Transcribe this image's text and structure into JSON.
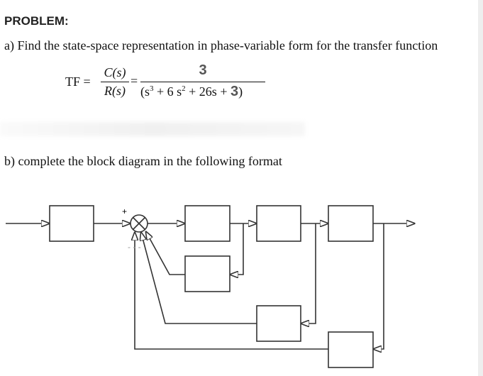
{
  "heading": "PROBLEM:",
  "part_a": "a) Find the state-space representation in phase-variable form for the transfer function",
  "equation": {
    "lhs": "TF =",
    "num1": "C(s)",
    "den1": "R(s)",
    "eq": "=",
    "num2": "3",
    "den2_open": "(s",
    "den2_exp1": "3",
    "den2_mid": " + 6 s",
    "den2_exp2": "2",
    "den2_mid2": " + 26s + ",
    "den2_const": "3",
    "den2_close": ")"
  },
  "part_b": "b) complete the block diagram in the following format",
  "diagram": {
    "plus_sign": "+",
    "minus_sign": "- - -"
  }
}
